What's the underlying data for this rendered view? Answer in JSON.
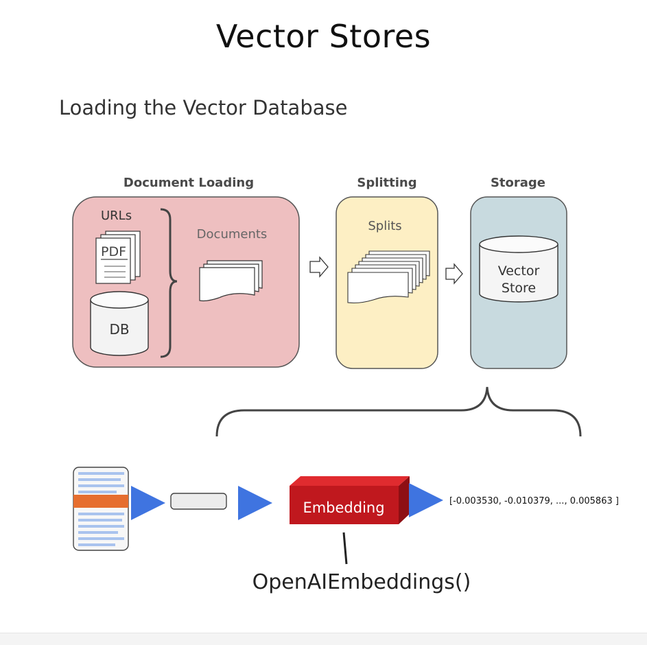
{
  "title": "Vector Stores",
  "subtitle": "Loading the Vector Database",
  "sections": {
    "document_loading": "Document Loading",
    "splitting": "Splitting",
    "storage": "Storage"
  },
  "loading_box": {
    "urls": "URLs",
    "pdf": "PDF",
    "db": "DB",
    "documents": "Documents"
  },
  "splitting_box": {
    "splits": "Splits"
  },
  "storage_box": {
    "vector_store_line1": "Vector",
    "vector_store_line2": "Store"
  },
  "embedding": {
    "block_label": "Embedding",
    "vector_output": "[-0.003530, -0.010379, ..., 0.005863 ]",
    "function_label": "OpenAIEmbeddings()"
  },
  "colors": {
    "loading_fill": "#eebfc0",
    "splitting_fill": "#fdefc4",
    "storage_fill": "#c8dadf",
    "embedding_red": "#c0181e",
    "arrow_blue": "#3f74e0",
    "highlight_orange": "#e66e2f",
    "doc_line_blue": "#a9c3ee"
  }
}
